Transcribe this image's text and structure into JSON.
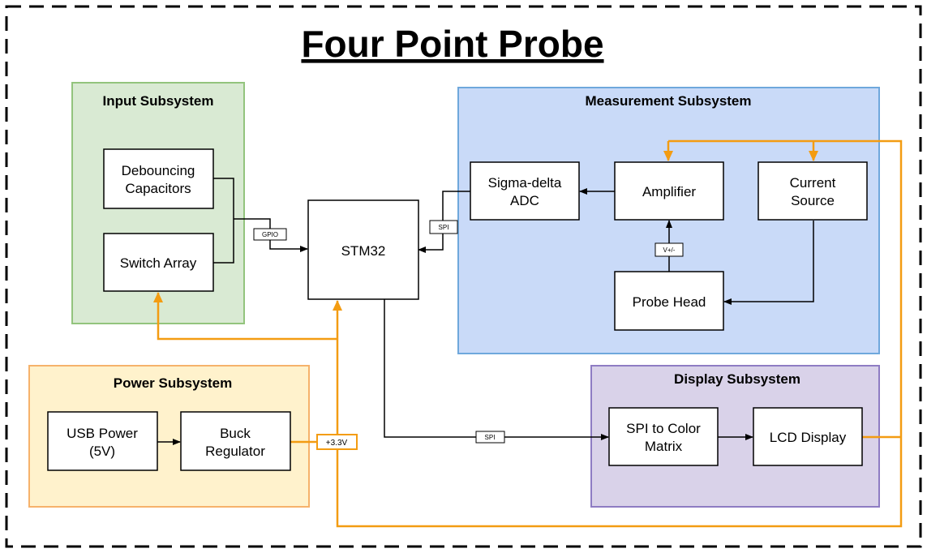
{
  "title": "Four Point Probe",
  "colors": {
    "power_line": "#f39c12",
    "input_fill": "#d9ead3",
    "input_stroke": "#93c47d",
    "measurement_fill": "#c9daf8",
    "measurement_stroke": "#6fa8dc",
    "power_fill": "#fff2cc",
    "power_stroke": "#f6b26b",
    "display_fill": "#d9d2e9",
    "display_stroke": "#8e7cc3"
  },
  "subsystems": {
    "input": "Input Subsystem",
    "measurement": "Measurement Subsystem",
    "power": "Power Subsystem",
    "display": "Display Subsystem"
  },
  "blocks": {
    "debouncing": [
      "Debouncing",
      "Capacitors"
    ],
    "switch_array": [
      "Switch Array"
    ],
    "stm32": [
      "STM32"
    ],
    "sigma_delta": [
      "Sigma-delta",
      "ADC"
    ],
    "amplifier": [
      "Amplifier"
    ],
    "current_source": [
      "Current",
      "Source"
    ],
    "probe_head": [
      "Probe Head"
    ],
    "usb_power": [
      "USB Power",
      "(5V)"
    ],
    "buck_regulator": [
      "Buck",
      "Regulator"
    ],
    "spi_to_color": [
      "SPI to Color",
      "Matrix"
    ],
    "lcd_display": [
      "LCD Display"
    ]
  },
  "tags": {
    "gpio": "GPIO",
    "spi_adc": "SPI",
    "vpm": "V+/-",
    "spi_display": "SPI",
    "v33": "+3.3V"
  }
}
